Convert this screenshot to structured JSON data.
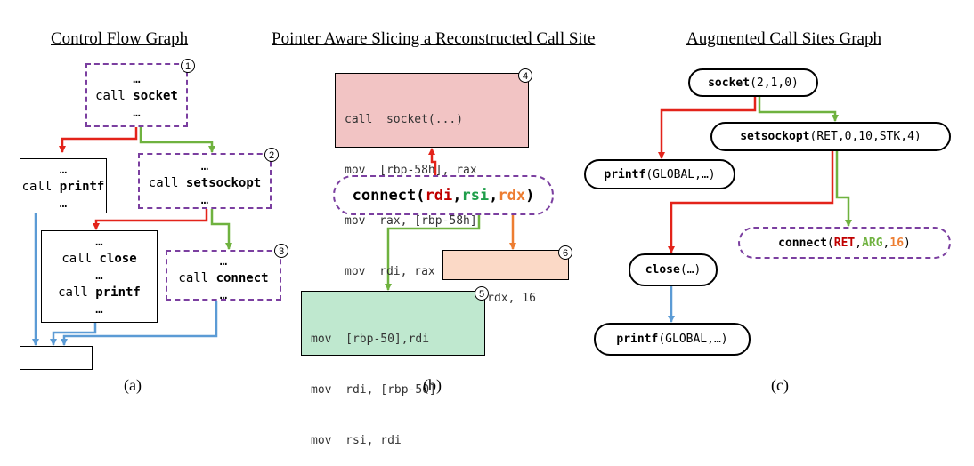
{
  "titles": {
    "a": "Control Flow Graph",
    "b": "Pointer Aware Slicing a Reconstructed Call Site",
    "c": "Augmented Call Sites Graph"
  },
  "captions": {
    "a": "(a)",
    "b": "(b)",
    "c": "(c)"
  },
  "cfg": {
    "n1": {
      "dots_top": "…",
      "call": "call ",
      "fn": "socket",
      "dots_bottom": "…",
      "badge": "1"
    },
    "n2": {
      "dots_top": "…",
      "call": "call ",
      "fn": "setsockopt",
      "dots_bottom": "…",
      "badge": "2"
    },
    "n3": {
      "dots_top": "…",
      "call": "call ",
      "fn": "connect",
      "dots_bottom": "…",
      "badge": "3"
    },
    "printf_block": {
      "dots_top": "…",
      "call": "call ",
      "fn": "printf",
      "dots_bottom": "…"
    },
    "close_block": {
      "dots_top": "…",
      "call1": "call ",
      "fn1": "close",
      "dots_mid": "…",
      "call2": "call ",
      "fn2": "printf",
      "dots_bottom": "…"
    }
  },
  "slicing": {
    "box4": {
      "badge": "4",
      "lines": [
        "call  socket(...)",
        "mov  [rbp-58h], rax",
        "mov  rax, [rbp-58h]",
        "mov  rdi, rax"
      ]
    },
    "connect": {
      "fn": "connect(",
      "a1": "rdi",
      "c1": ",",
      "a2": "rsi",
      "c2": ",",
      "a3": "rdx",
      "close": ")"
    },
    "box5": {
      "badge": "5",
      "lines": [
        "mov  [rbp-50],rdi",
        "mov  rdi, [rbp-50]",
        "mov  rsi, rdi"
      ]
    },
    "box6": {
      "badge": "6",
      "lines": [
        "mov  rdx, 16"
      ]
    }
  },
  "acsg": {
    "socket": {
      "fn": "socket",
      "args": "(2,1,0)"
    },
    "setsockopt": {
      "fn": "setsockopt",
      "args": "(RET,0,10,STK,4)"
    },
    "printf1": {
      "fn": "printf",
      "args": "(GLOBAL,…)"
    },
    "connect": {
      "fn": "connect",
      "open": "(",
      "a1": "RET",
      "c1": ",",
      "a2": "ARG",
      "c2": ",",
      "a3": "16",
      "close": ")"
    },
    "close": {
      "fn": "close",
      "args": "(…)"
    },
    "printf2": {
      "fn": "printf",
      "args": "(GLOBAL,…)"
    }
  },
  "colors": {
    "red": "#e3231a",
    "green": "#6fb23f",
    "blue": "#5b9bd5",
    "orange": "#ed7d31",
    "purple": "#7b3fa0",
    "box4_fill": "#f2c4c4",
    "box5_fill": "#bfe8cf",
    "box6_fill": "#fbd9c6",
    "arg_red": "#c00000",
    "arg_green": "#1f9e4a",
    "arg_orange": "#ed7d31"
  }
}
